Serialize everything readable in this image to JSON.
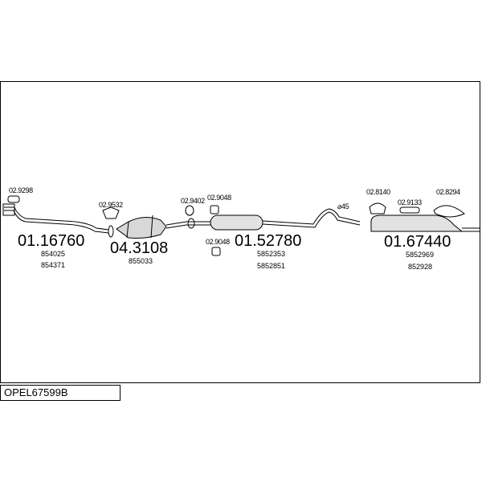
{
  "code": "OPEL67599B",
  "parts": {
    "p1": {
      "number": "01.16760",
      "refs": [
        "854025",
        "854371"
      ]
    },
    "p2": {
      "number": "04.3108",
      "refs": [
        "855033"
      ]
    },
    "p3": {
      "number": "01.52780",
      "refs": [
        "5852353",
        "5852851"
      ]
    },
    "p4": {
      "number": "01.67440",
      "refs": [
        "5852969",
        "852928"
      ]
    }
  },
  "accessories": {
    "a1": "02.9298",
    "a2": "02.9532",
    "a3": "02.9402",
    "a4": "02.9048",
    "a5": "02.9048",
    "a6": "02.8140",
    "a7": "02.9133",
    "a8": "02.8294"
  },
  "diameter": "⌀45"
}
